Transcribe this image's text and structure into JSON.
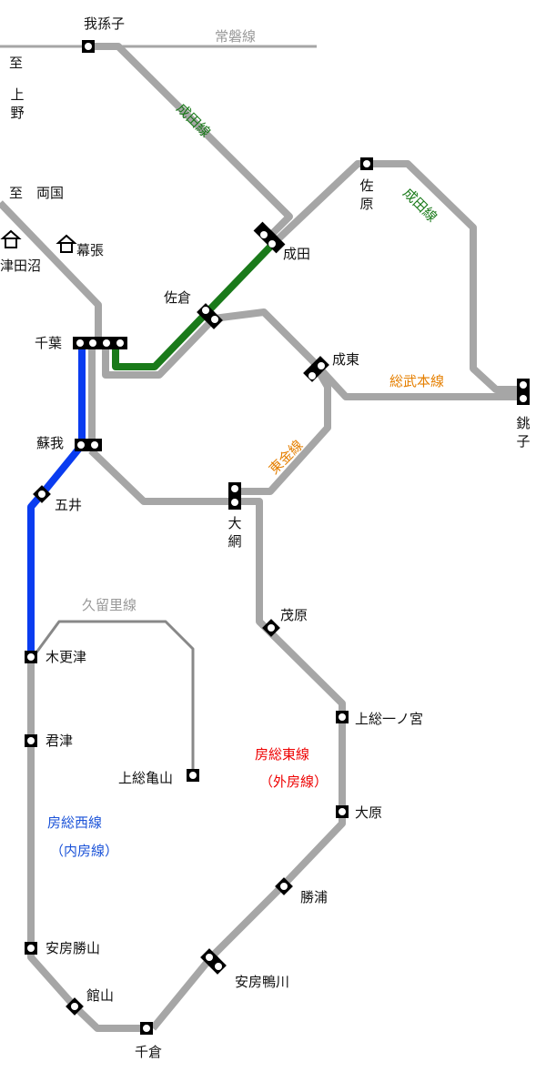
{
  "stations": {
    "abiko": "我孫子",
    "sakura": "佐倉",
    "narita": "成田",
    "sawara": "佐原",
    "naruto": "成東",
    "choshi": "銚子",
    "chiba": "千葉",
    "soga": "蘇我",
    "goi": "五井",
    "oami": "大網",
    "mobara": "茂原",
    "kazusa_ichinomiya": "上総一ノ宮",
    "ohara": "大原",
    "katsuura": "勝浦",
    "awa_kamogawa": "安房鴨川",
    "chikura": "千倉",
    "tateyama": "館山",
    "awa_katsuyama": "安房勝山",
    "kimitsu": "君津",
    "kisarazu": "木更津",
    "kazusa_kameyama": "上総亀山",
    "tsudanuma": "津田沼",
    "makuhari": "幕張"
  },
  "lines": {
    "joban": "常磐線",
    "narita_line_1": "成田線",
    "narita_line_2": "成田線",
    "sobu_main": "総武本線",
    "togane": "東金線",
    "kururi": "久留里線",
    "boso_east": "房総東線",
    "boso_east_alt": "（外房線）",
    "boso_west": "房総西線",
    "boso_west_alt": "（内房線）"
  },
  "directions": {
    "to_ueno_prefix": "至",
    "to_ueno_name": "上野",
    "to_ryogoku": "至　両国"
  },
  "colors": {
    "gray_line": "#a6a6a6",
    "kururi_line": "#888888",
    "narita_green": "#1a7a1a",
    "uchibo_blue": "#0a3cf0",
    "sobu_orange": "#e57f00",
    "sotobo_red": "#e00000",
    "station_fill": "#ffffff",
    "station_stroke": "#000000"
  }
}
